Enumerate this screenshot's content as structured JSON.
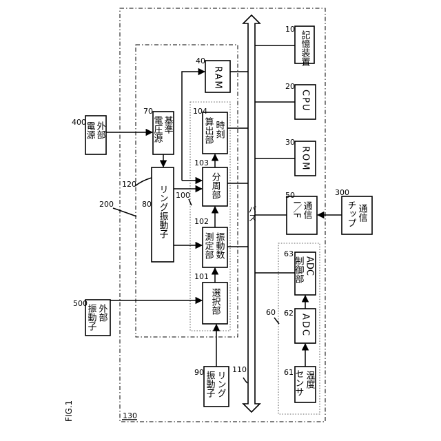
{
  "figure_label": "FIG.1",
  "refs": {
    "r130": "130",
    "r200": "200",
    "r120": "120",
    "r100": "100",
    "r10": "10",
    "r20": "20",
    "r30": "30",
    "r40": "40",
    "r50": "50",
    "r60": "60",
    "r61": "61",
    "r62": "62",
    "r63": "63",
    "r70": "70",
    "r80": "80",
    "r90": "90",
    "r101": "101",
    "r102": "102",
    "r103": "103",
    "r104": "104",
    "r110": "110",
    "r300": "300",
    "r400": "400",
    "r500": "500"
  },
  "blocks": {
    "storage": "記憶装置",
    "cpu": "CPU",
    "rom": "ROM",
    "ram": "RAM",
    "if_line1": "通信",
    "if_line2": "I／F",
    "comm_chip_line1": "通信",
    "comm_chip_line2": "チップ",
    "adc_ctrl_line1": "ADC",
    "adc_ctrl_line2": "制御部",
    "adc": "ADC",
    "temp_line1": "温度",
    "temp_line2": "センサ",
    "ext_power_line1": "外部",
    "ext_power_line2": "電源",
    "ref_voltage_line1": "基準",
    "ref_voltage_line2": "電圧源",
    "ring_osc_80": "リング振動子",
    "time_calc_line1": "時刻",
    "time_calc_line2": "算出部",
    "divider": "分周部",
    "freq_measure_line1": "振動数",
    "freq_measure_line2": "測定部",
    "selector": "選択部",
    "ext_osc_line1": "外部",
    "ext_osc_line2": "振動子",
    "ring_osc_90_line1": "リング",
    "ring_osc_90_line2": "振動子",
    "bus": "バス"
  }
}
